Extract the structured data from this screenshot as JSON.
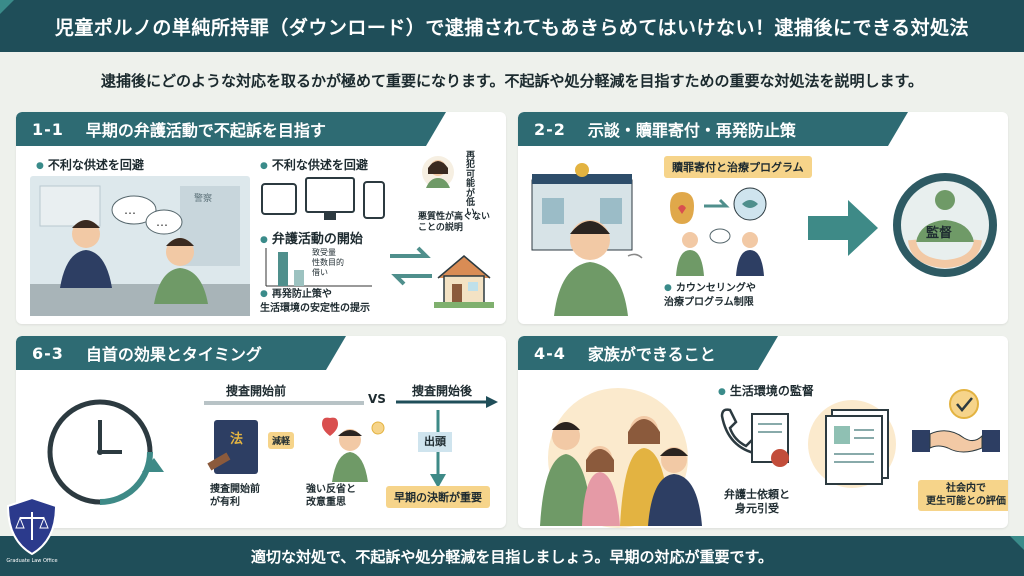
{
  "header": {
    "title": "児童ポルノの単純所持罪（ダウンロード）で逮捕されてもあきらめてはいけない！逮捕後にできる対処法",
    "subtitle": "逮捕後にどのような対応を取るかが極めて重要になります。不起訴や処分軽減を目指すための重要な対処法を説明します。"
  },
  "panels": [
    {
      "num": "1-1",
      "title": "早期の弁護活動で不起訴を目指す",
      "labels": {
        "avoid_left": "不利な供述を回避",
        "avoid_right": "不利な供述を回避",
        "start": "弁護活動の開始",
        "chart_text": "致受量\n性数目的\n借い",
        "bottom": "再発防止策や\n生活環境の安定性の提示",
        "risk_vertical": "再犯可能が低い",
        "malice": "悪質性が高くない\nことの説明",
        "sign": "警察"
      }
    },
    {
      "num": "2-2",
      "title": "示談・贖罪寄付・再発防止策",
      "labels": {
        "donation": "贖罪寄付と治療プログラム",
        "counsel": "カウンセリングや\n治療プログラム制限",
        "supervise": "監督"
      }
    },
    {
      "num": "6-3",
      "title": "自首の効果とタイミング",
      "labels": {
        "before": "捜査開始前",
        "vs": "VS",
        "after": "捜査開始後",
        "law": "法",
        "reduce": "減軽",
        "advantage": "捜査開始前\nが有利",
        "remorse": "強い反省と\n改意重思",
        "appear": "出頭",
        "early": "早期の決断が重要"
      }
    },
    {
      "num": "4-4",
      "title": "家族ができること",
      "labels": {
        "monitor": "生活環境の監督",
        "lawyer": "弁護士依頼と\n身元引受",
        "evaluation": "社会内で\n更生可能との評価"
      }
    }
  ],
  "footer": {
    "text": "適切な対処で、不起訴や処分軽減を目指しましょう。早期の対応が重要です。",
    "logo_text": "Graduate Law Office"
  },
  "colors": {
    "dark_teal": "#1f4e59",
    "teal": "#2e6b73",
    "accent_teal": "#3a8b8a",
    "highlight": "#f6d48a",
    "navy_logo": "#2b3a8c"
  }
}
